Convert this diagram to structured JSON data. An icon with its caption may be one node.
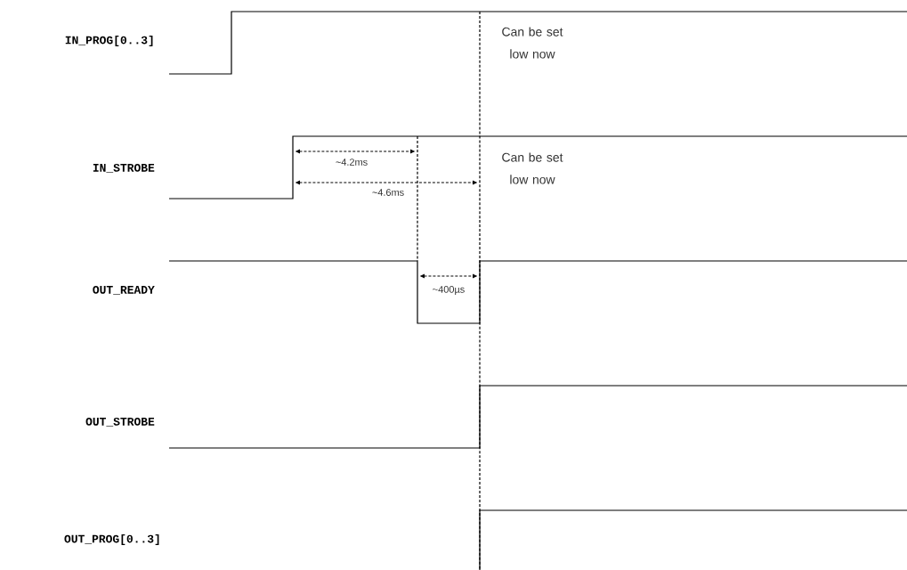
{
  "diagram": {
    "labels": [
      "IN_PROG[0..3]",
      "Can be set low now",
      "IN_STROBE",
      "~4.2ms",
      "Can be set low now",
      "~4.6ms",
      "OUT_READY",
      "~400µs",
      "OUT_STROBE",
      "OUT_PROG[0..3]"
    ]
  }
}
